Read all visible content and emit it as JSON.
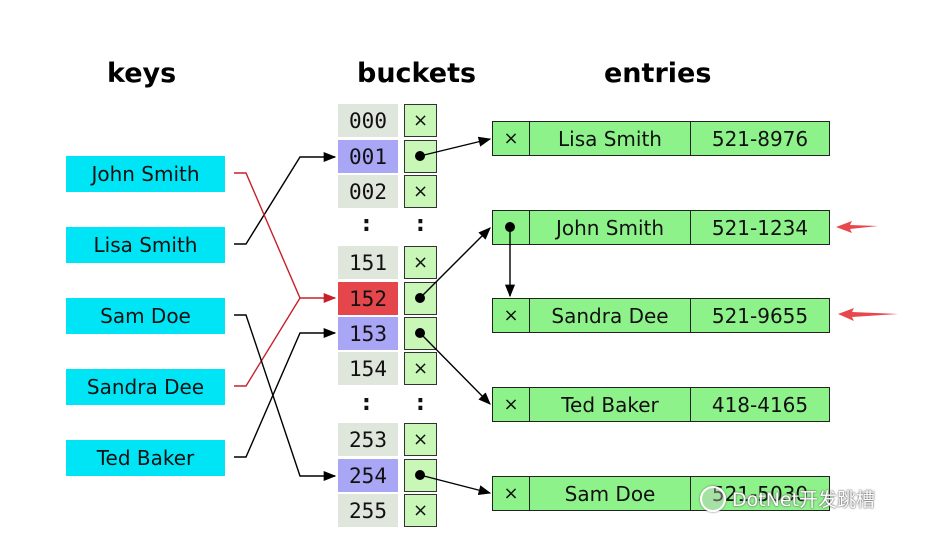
{
  "headings": {
    "keys": "keys",
    "buckets": "buckets",
    "entries": "entries"
  },
  "keys": [
    "John Smith",
    "Lisa Smith",
    "Sam Doe",
    "Sandra Dee",
    "Ted Baker"
  ],
  "buckets": {
    "group1": [
      {
        "num": "000",
        "slot": "x"
      },
      {
        "num": "001",
        "slot": "dot"
      },
      {
        "num": "002",
        "slot": "x"
      }
    ],
    "group2": [
      {
        "num": "151",
        "slot": "x"
      },
      {
        "num": "152",
        "slot": "dot"
      },
      {
        "num": "153",
        "slot": "dot"
      },
      {
        "num": "154",
        "slot": "x"
      }
    ],
    "group3": [
      {
        "num": "253",
        "slot": "x"
      },
      {
        "num": "254",
        "slot": "dot"
      },
      {
        "num": "255",
        "slot": "x"
      }
    ],
    "ellipsis": ":"
  },
  "entries": [
    {
      "ptr": "x",
      "name": "Lisa Smith",
      "phone": "521-8976"
    },
    {
      "ptr": "dot",
      "name": "John Smith",
      "phone": "521-1234"
    },
    {
      "ptr": "x",
      "name": "Sandra Dee",
      "phone": "521-9655"
    },
    {
      "ptr": "x",
      "name": "Ted Baker",
      "phone": "418-4165"
    },
    {
      "ptr": "x",
      "name": "Sam Doe",
      "phone": "521-5030"
    }
  ],
  "symbols": {
    "x": "×"
  },
  "colors": {
    "key_bg": "#00e5f5",
    "bucket_blue": "#a9a6f5",
    "bucket_red": "#e4464b",
    "entry_bg": "#8ef28a",
    "collision_line": "#c8202a",
    "marker_arrow": "#e8474c"
  },
  "watermark": "DotNet开发跳槽"
}
